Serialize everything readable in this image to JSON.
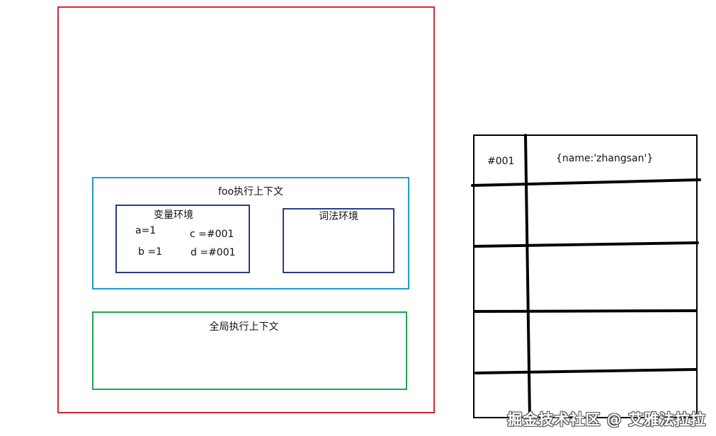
{
  "colors": {
    "call_stack_border": "#d9252f",
    "foo_context_border": "#1e9bd7",
    "env_box_border": "#2b3a8c",
    "global_context_border": "#1aa84a",
    "heap_lines": "#000000"
  },
  "call_stack": {
    "foo_context": {
      "title": "foo执行上下文",
      "variable_env": {
        "title": "变量环境",
        "entries": {
          "a": "a=1",
          "b": "b =1",
          "c": "c =#001",
          "d": "d =#001"
        }
      },
      "lexical_env": {
        "title": "词法环境"
      }
    },
    "global_context": {
      "title": "全局执行上下文"
    }
  },
  "heap": {
    "rows": [
      {
        "address": "#001",
        "value": "{name:'zhangsan'}"
      },
      {
        "address": "",
        "value": ""
      },
      {
        "address": "",
        "value": ""
      },
      {
        "address": "",
        "value": ""
      },
      {
        "address": "",
        "value": ""
      }
    ]
  },
  "watermark": "掘金技术社区 @ 艾雅法拉拉"
}
